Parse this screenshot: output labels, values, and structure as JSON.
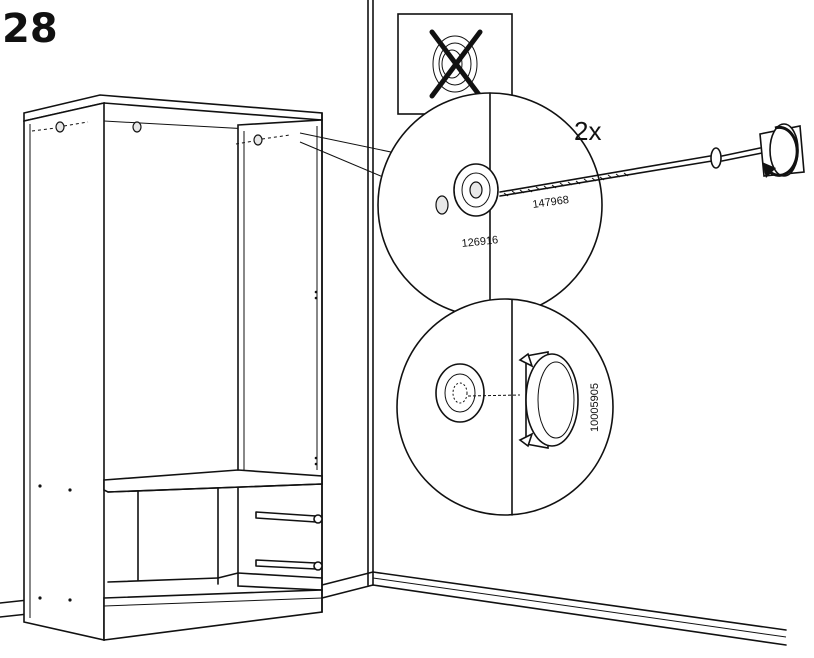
{
  "step_number": "28",
  "quantity_label": "2x",
  "part_numbers": {
    "washer": "126916",
    "screw": "147968",
    "cover_cap": "10005905"
  }
}
